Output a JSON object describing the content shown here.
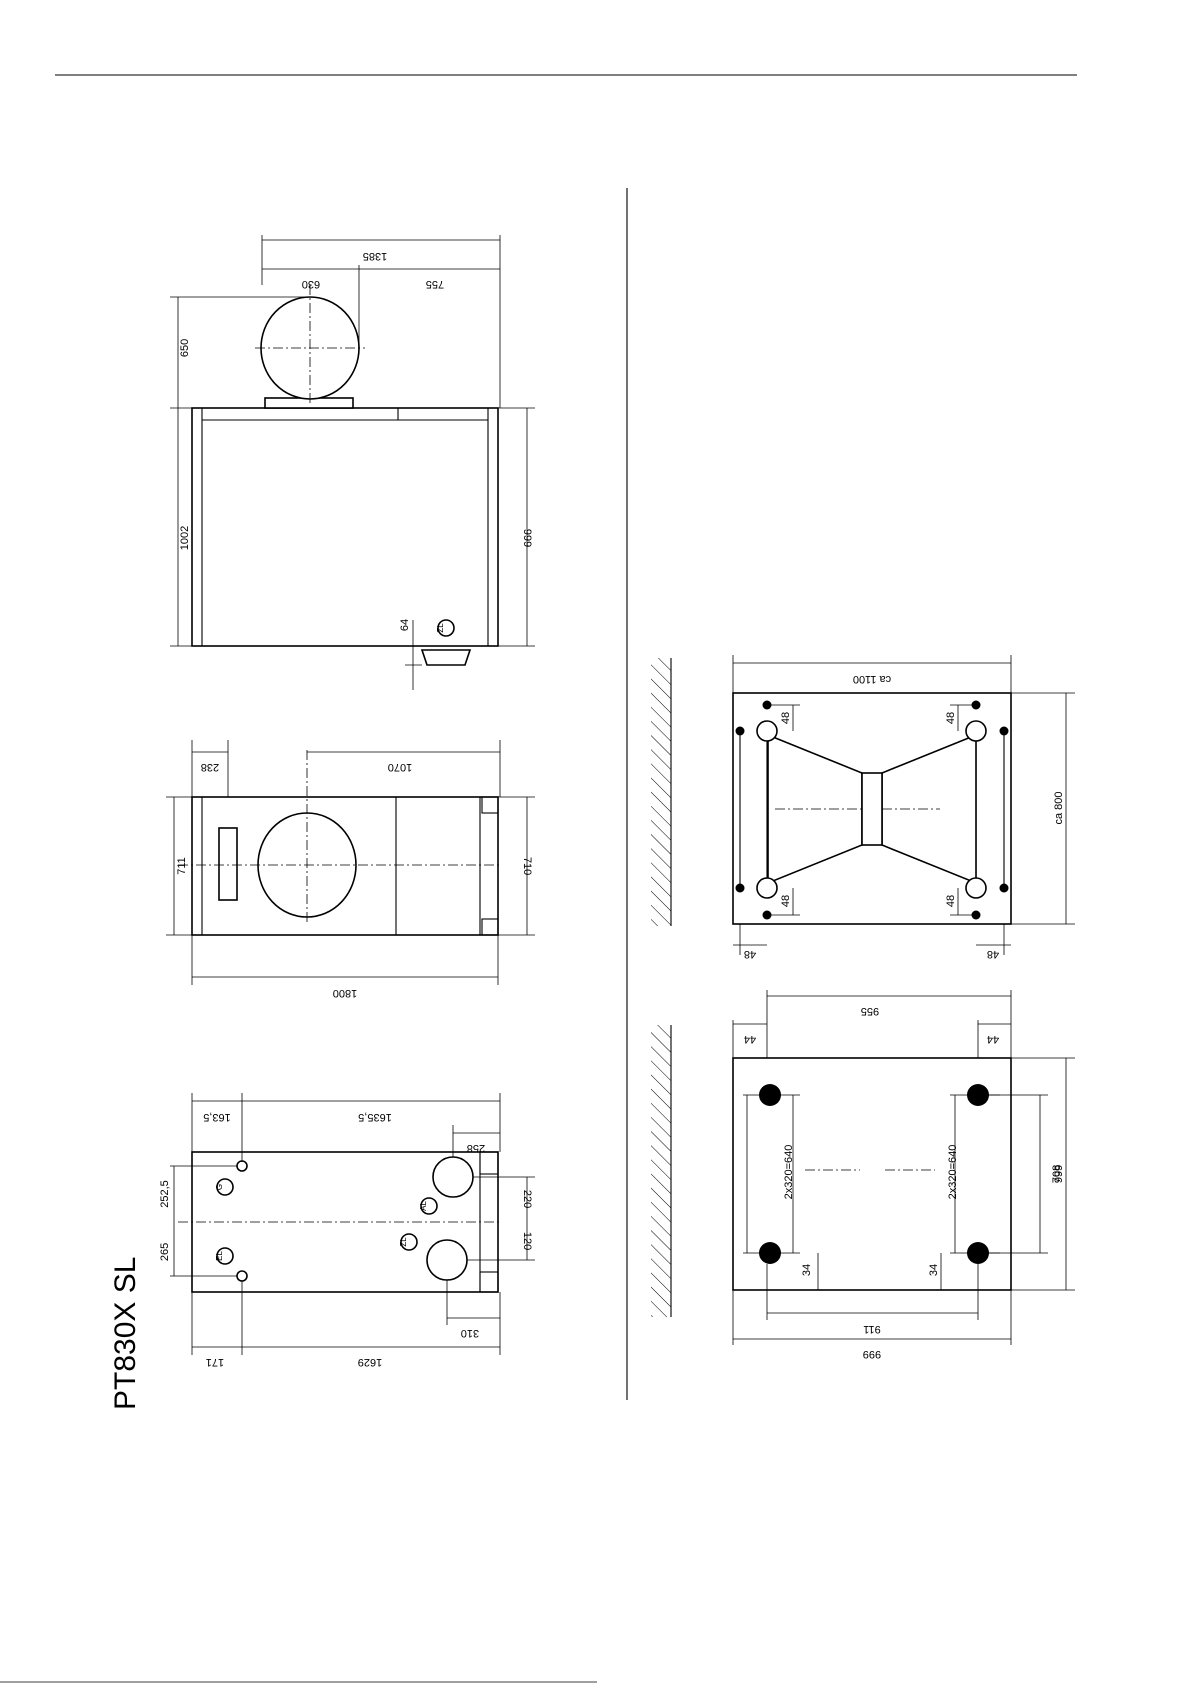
{
  "page": {
    "title": "PT830X SL"
  },
  "dims": {
    "d1385": "1385",
    "d630": "630",
    "d755": "755",
    "d650": "650",
    "d1002": "1002",
    "d999": "999",
    "d64": "64",
    "d238": "238",
    "d1070": "1070",
    "d711": "711",
    "d710": "710",
    "d1800": "1800",
    "d1635_5": "1635,5",
    "d163_5": "163,5",
    "d258": "258",
    "d252_5": "252,5",
    "d265": "265",
    "d220": "220",
    "d120": "120",
    "d310": "310",
    "d171": "171",
    "d1629": "1629",
    "ca1100": "ca 1100",
    "ca800": "ca 800",
    "d48": "48",
    "d955": "955",
    "d44": "44",
    "d708": "708",
    "d2x320": "2x320=640",
    "d34": "34",
    "d911": "911",
    "d999b": "999"
  },
  "labels": {
    "zl": "ZL",
    "al": "AL",
    "g": "G",
    "el": "EL"
  }
}
